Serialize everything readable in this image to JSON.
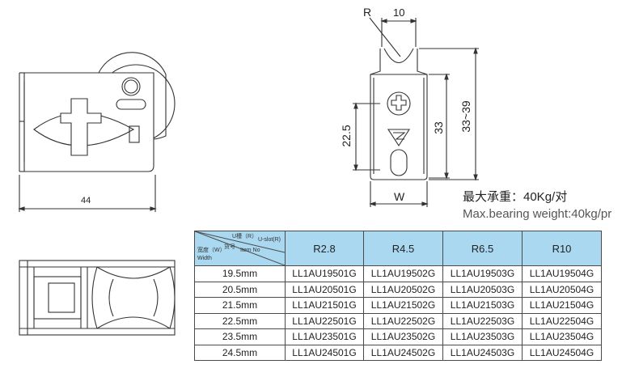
{
  "dimensions": {
    "width_44": "44",
    "radius_label": "R",
    "width_10": "10",
    "height_33": "33",
    "height_range": "33~39",
    "height_22_5": "22.5",
    "w_label": "W"
  },
  "notes": {
    "max_bearing_cn": "最大承重：40Kg/对",
    "max_bearing_en": "Max.bearing weight:40kg/pr"
  },
  "spec_table": {
    "corner": {
      "slot_label_cn": "U槽（R）",
      "slot_label_en": "U-slot(R)",
      "item_label_cn": "货号",
      "item_label_en": "Item No",
      "width_label_cn": "宽度（W）",
      "width_label_en": "Width"
    },
    "columns": [
      "R2.8",
      "R4.5",
      "R6.5",
      "R10"
    ],
    "rows": [
      {
        "width": "19.5mm",
        "items": [
          "LL1AU19501G",
          "LL1AU19502G",
          "LL1AU19503G",
          "LL1AU19504G"
        ]
      },
      {
        "width": "20.5mm",
        "items": [
          "LL1AU20501G",
          "LL1AU20502G",
          "LL1AU20503G",
          "LL1AU20504G"
        ]
      },
      {
        "width": "21.5mm",
        "items": [
          "LL1AU21501G",
          "LL1AU21502G",
          "LL1AU21503G",
          "LL1AU21504G"
        ]
      },
      {
        "width": "22.5mm",
        "items": [
          "LL1AU22501G",
          "LL1AU22502G",
          "LL1AU22503G",
          "LL1AU22504G"
        ]
      },
      {
        "width": "23.5mm",
        "items": [
          "LL1AU23501G",
          "LL1AU23502G",
          "LL1AU23503G",
          "LL1AU23504G"
        ]
      },
      {
        "width": "24.5mm",
        "items": [
          "LL1AU24501G",
          "LL1AU24502G",
          "LL1AU24503G",
          "LL1AU24504G"
        ]
      }
    ]
  }
}
